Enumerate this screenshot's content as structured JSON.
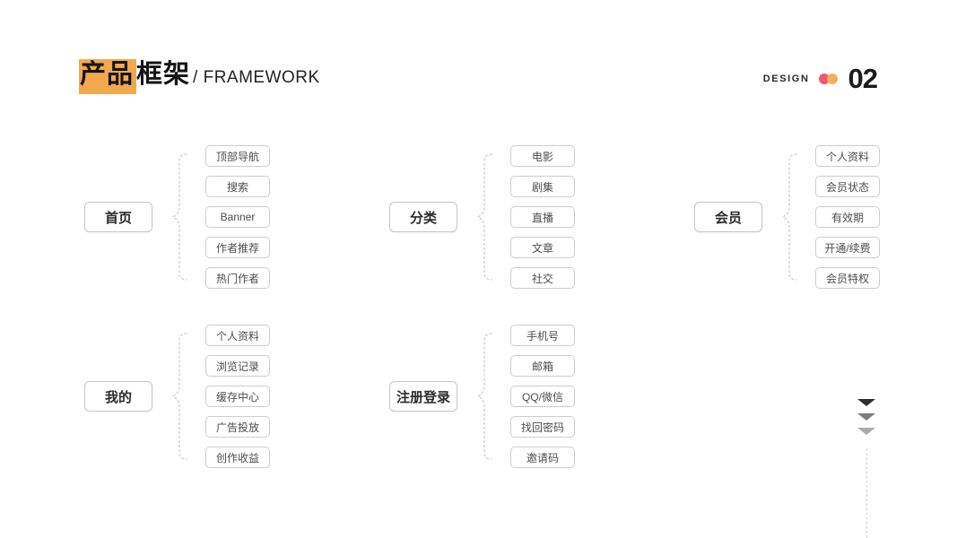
{
  "header": {
    "title_highlighted": "产品",
    "title_rest": "框架",
    "title_en": "/ FRAMEWORK",
    "design_label": "DESIGN",
    "page_number": "02",
    "colors": {
      "title_highlight": "#F2A84E",
      "dot_pink": "#F4566E",
      "dot_orange": "#F0B05E"
    }
  },
  "groups": [
    {
      "label": "首页",
      "children": [
        "顶部导航",
        "搜索",
        "Banner",
        "作者推荐",
        "热门作者"
      ]
    },
    {
      "label": "分类",
      "children": [
        "电影",
        "剧集",
        "直播",
        "文章",
        "社交"
      ]
    },
    {
      "label": "会员",
      "children": [
        "个人资料",
        "会员状态",
        "有效期",
        "开通/续费",
        "会员特权"
      ]
    },
    {
      "label": "我的",
      "children": [
        "个人资料",
        "浏览记录",
        "缓存中心",
        "广告投放",
        "创作收益"
      ]
    },
    {
      "label": "注册登录",
      "children": [
        "手机号",
        "邮箱",
        "QQ/微信",
        "找回密码",
        "邀请码"
      ]
    }
  ],
  "decoration": {
    "arrow_colors": [
      "#2f2f2f",
      "#7d7d7d",
      "#ababab"
    ],
    "connector_color": "#c9c9c9"
  }
}
